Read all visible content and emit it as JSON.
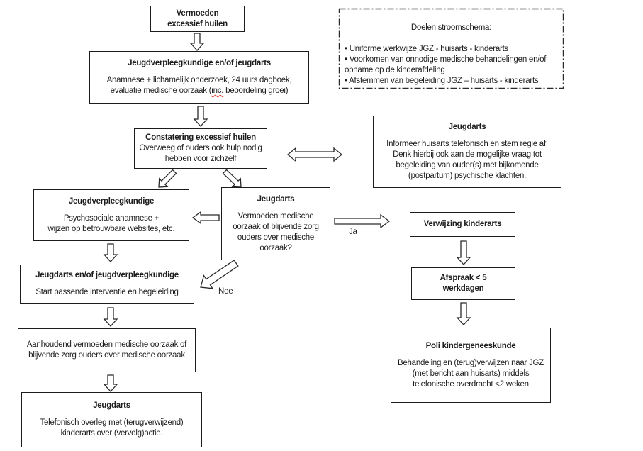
{
  "colors": {
    "line": "#2a2a2a",
    "text": "#1c1c1c",
    "background": "#ffffff",
    "squiggle": "#e83323"
  },
  "labels": {
    "ja": "Ja",
    "nee": "Nee"
  },
  "goals": {
    "title": "Doelen stroomschema:",
    "body": "• Uniforme werkwijze JGZ - huisarts - kinderarts\n• Voorkomen van onnodige medische behandelingen en/of opname op de kinderafdeling\n• Afstemmen van begeleiding JGZ – huisarts - kinderarts"
  },
  "nodes": {
    "vermoeden": {
      "title": "Vermoeden\nexcessief huilen"
    },
    "jvk_jeugdarts": {
      "title": "Jeugdverpleegkundige en/of jeugdarts",
      "body_pre": "Anamnese + lichamelijk onderzoek, 24 uurs dagboek, evaluatie medische oorzaak (",
      "misspelled": "inc.",
      "body_post": " beoordeling groei)"
    },
    "constatering": {
      "title": "Constatering excessief huilen",
      "body": "Overweeg of ouders ook hulp nodig hebben voor zichzelf"
    },
    "jeugdarts_info": {
      "title": "Jeugdarts",
      "body": "Informeer huisarts telefonisch en stem regie af. Denk hierbij ook aan de mogelijke vraag tot begeleiding van ouder(s) met bijkomende (postpartum) psychische klachten."
    },
    "jvk_left": {
      "title": "Jeugdverpleegkundige",
      "body": "Psychosociale anamnese +\nwijzen op betrouwbare websites, etc."
    },
    "jeugdarts_vraag": {
      "title": "Jeugdarts",
      "body": "Vermoeden medische oorzaak of blijvende zorg ouders over medische oorzaak?"
    },
    "verwijzing": {
      "title": "Verwijzing kinderarts"
    },
    "afspraak": {
      "title": "Afspraak < 5\nwerkdagen"
    },
    "poli": {
      "title": "Poli kindergeneeskunde",
      "body": "Behandeling en (terug)verwijzen naar JGZ (met bericht aan huisarts) middels telefonische overdracht <2 weken"
    },
    "interventie": {
      "title": "Jeugdarts en/of jeugdverpleegkundige",
      "body": "Start passende interventie en begeleiding"
    },
    "aanhoudend": {
      "body": "Aanhoudend vermoeden medische oorzaak of  blijvende zorg ouders over medische oorzaak"
    },
    "jeugdarts_bottom": {
      "title": "Jeugdarts",
      "body": "Telefonisch overleg met (terugverwijzend) kinderarts over (vervolg)actie."
    }
  }
}
